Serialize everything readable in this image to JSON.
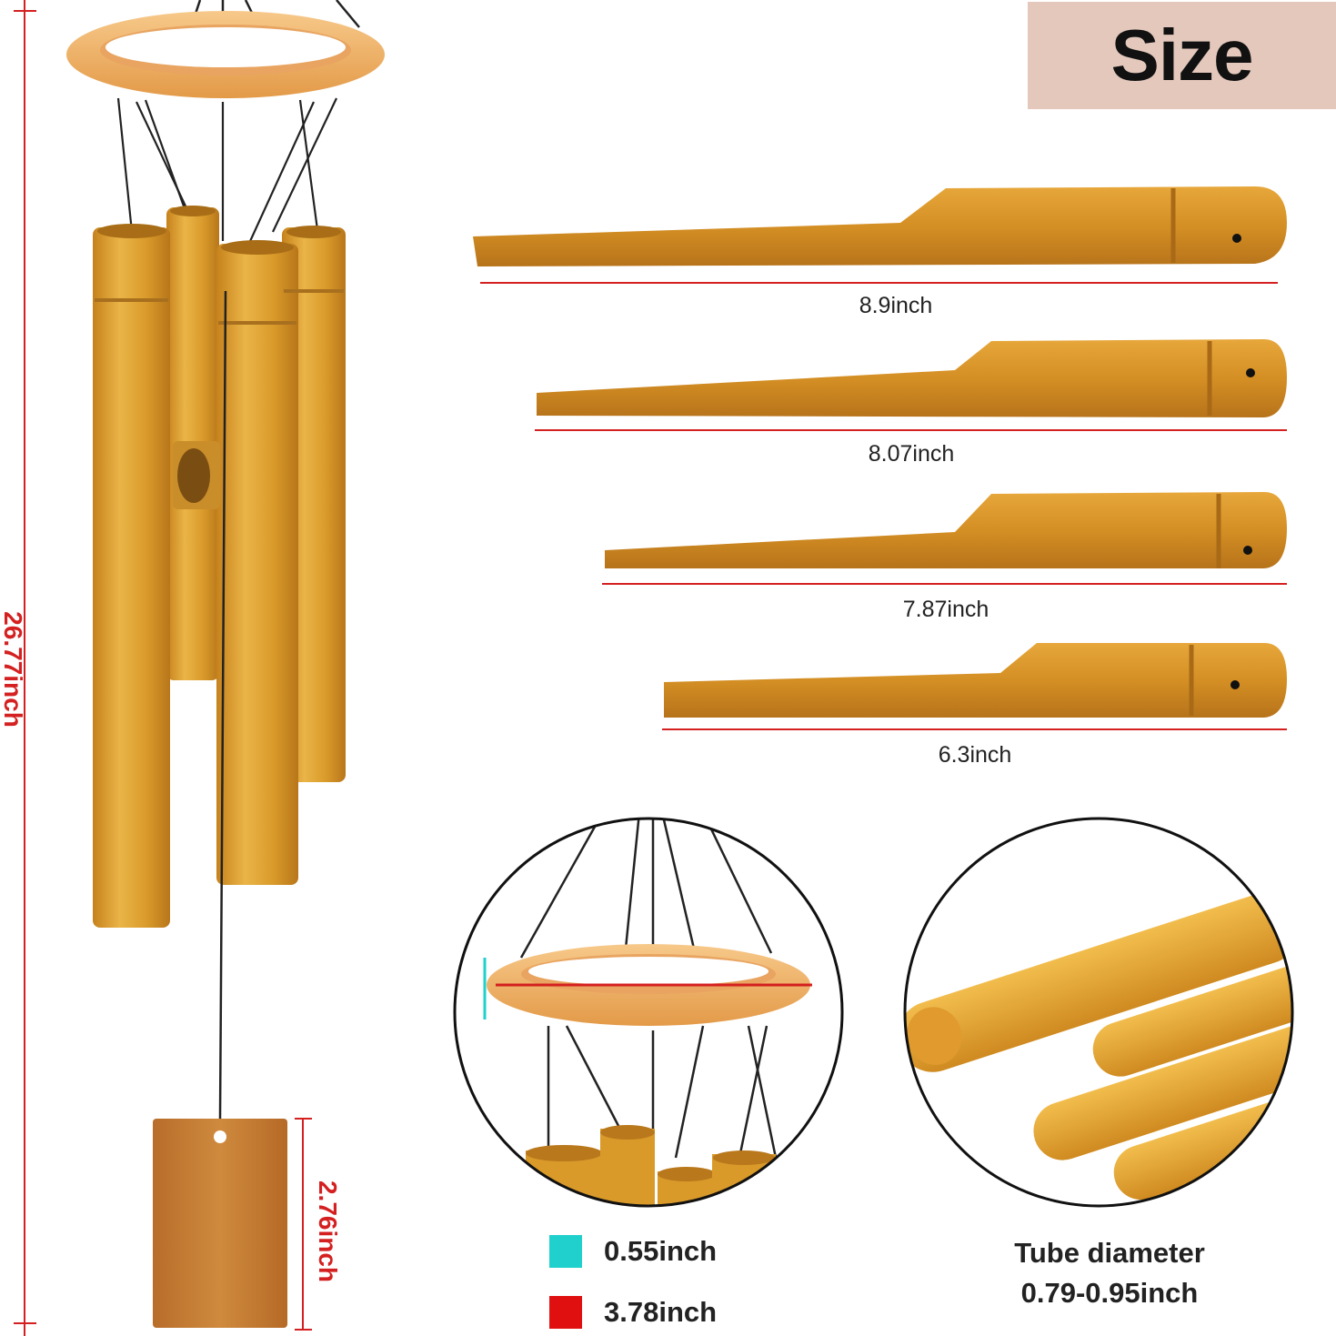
{
  "badge": {
    "title": "Size"
  },
  "total_height": {
    "label": "26.77inch"
  },
  "wood_piece": {
    "label": "2.76inch"
  },
  "tubes": [
    {
      "label": "8.9inch"
    },
    {
      "label": "8.07inch"
    },
    {
      "label": "7.87inch"
    },
    {
      "label": "6.3inch"
    }
  ],
  "ring_legend": {
    "items": [
      {
        "label": "0.55inch",
        "color": "#1fd0cc"
      },
      {
        "label": "3.78inch",
        "color": "#e01010"
      }
    ]
  },
  "tube_diameter": {
    "line1": "Tube diameter",
    "line2": "0.79-0.95inch"
  },
  "colors": {
    "bamboo": "#d99a2a",
    "bamboo_light": "#efbb4a",
    "ring": "#f2b56a",
    "wood": "#c57b32",
    "accent_red": "#d42020"
  }
}
